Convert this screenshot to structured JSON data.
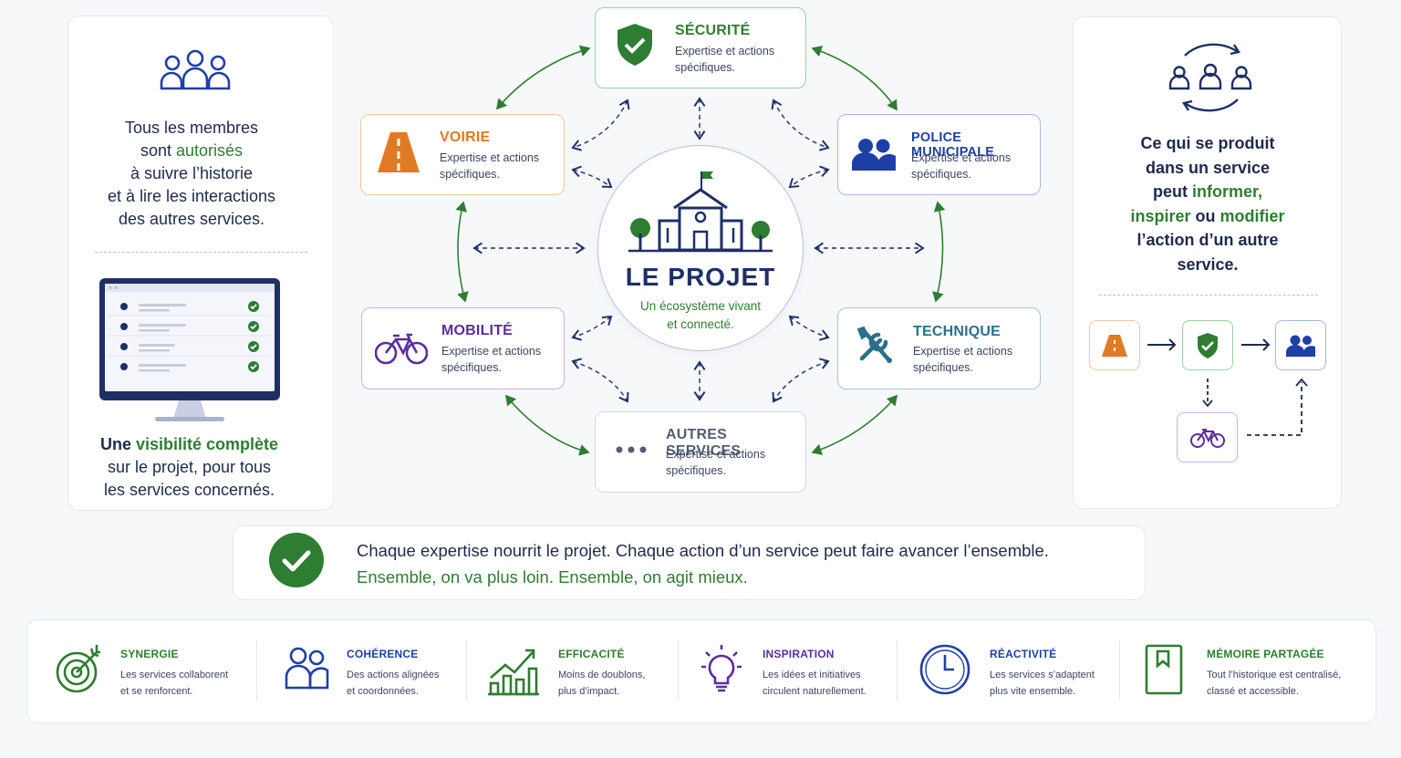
{
  "left_panel": {
    "members_line1": "Tous les membres",
    "members_line2_pre": "sont ",
    "members_line2_hl": "autorisés",
    "members_line3": "à suivre l’historie",
    "members_line4": "et à lire les interactions",
    "members_line5": "des autres services.",
    "visibility_pre": "Une ",
    "visibility_hl": "visibilité complète",
    "visibility_line2": "sur le projet, pour tous",
    "visibility_line3": "les services concernés."
  },
  "right_panel": {
    "line1": "Ce qui se produit",
    "line2": "dans un service",
    "line3_pre": "peut ",
    "line3_hl": "informer,",
    "line4_hl1": "inspirer",
    "line4_mid": " ou ",
    "line4_hl2": "modifier",
    "line5": "l’action d’un autre",
    "line6": "service."
  },
  "hub": {
    "title": "LE PROJET",
    "subtitle_line1": "Un écosystème vivant",
    "subtitle_line2": "et connecté."
  },
  "services": [
    {
      "title": "SÉCURITÉ",
      "desc1": "Expertise et actions",
      "desc2": "spécifiques.",
      "color": "#2e7d32",
      "icon": "shield-check-icon"
    },
    {
      "title": "VOIRIE",
      "desc1": "Expertise et actions",
      "desc2": "spécifiques.",
      "color": "#e07b23",
      "icon": "road-icon"
    },
    {
      "title": "POLICE MUNICIPALE",
      "desc1": "Expertise et actions",
      "desc2": "spécifiques.",
      "color": "#1f3fa8",
      "icon": "people-icon"
    },
    {
      "title": "MOBILITÉ",
      "desc1": "Expertise et actions",
      "desc2": "spécifiques.",
      "color": "#5b2d9e",
      "icon": "bicycle-icon"
    },
    {
      "title": "TECHNIQUE",
      "desc1": "Expertise et actions",
      "desc2": "spécifiques.",
      "color": "#2b6f8a",
      "icon": "tools-icon"
    },
    {
      "title": "AUTRES SERVICES",
      "desc1": "Expertise et actions",
      "desc2": "spécifiques.",
      "color": "#555e70",
      "icon": "more-dots-icon"
    }
  ],
  "banner": {
    "line1": "Chaque expertise nourrit le projet. Chaque action d’un service peut faire avancer l’ensemble.",
    "line2": "Ensemble, on va plus loin. Ensemble, on agit mieux."
  },
  "features": [
    {
      "title": "SYNERGIE",
      "desc1": "Les services collaborent",
      "desc2": "et se renforcent.",
      "color": "#2e7d32",
      "icon": "target-icon"
    },
    {
      "title": "COHÉRENCE",
      "desc1": "Des actions alignées",
      "desc2": "et coordonnées.",
      "color": "#1f3fa8",
      "icon": "people-icon"
    },
    {
      "title": "EFFICACITÉ",
      "desc1": "Moins de doublons,",
      "desc2": "plus d’impact.",
      "color": "#2e7d32",
      "icon": "growth-chart-icon"
    },
    {
      "title": "INSPIRATION",
      "desc1": "Les idées et initiatives",
      "desc2": "circulent naturellement.",
      "color": "#5b2d9e",
      "icon": "lightbulb-icon"
    },
    {
      "title": "RÉACTIVITÉ",
      "desc1": "Les services s’adaptent",
      "desc2": "plus vite ensemble.",
      "color": "#1f3fa8",
      "icon": "clock-icon"
    },
    {
      "title": "MÉMOIRE PARTAGÉE",
      "desc1": "Tout l’historique est centralisé,",
      "desc2": "classé et accessible.",
      "color": "#2e7d32",
      "icon": "bookmark-icon"
    }
  ],
  "colors": {
    "green": "#2e7d32",
    "navy": "#1f2f66",
    "orange": "#e07b23",
    "blue": "#1f3fa8",
    "purple": "#5b2d9e",
    "teal": "#2b6f8a"
  }
}
